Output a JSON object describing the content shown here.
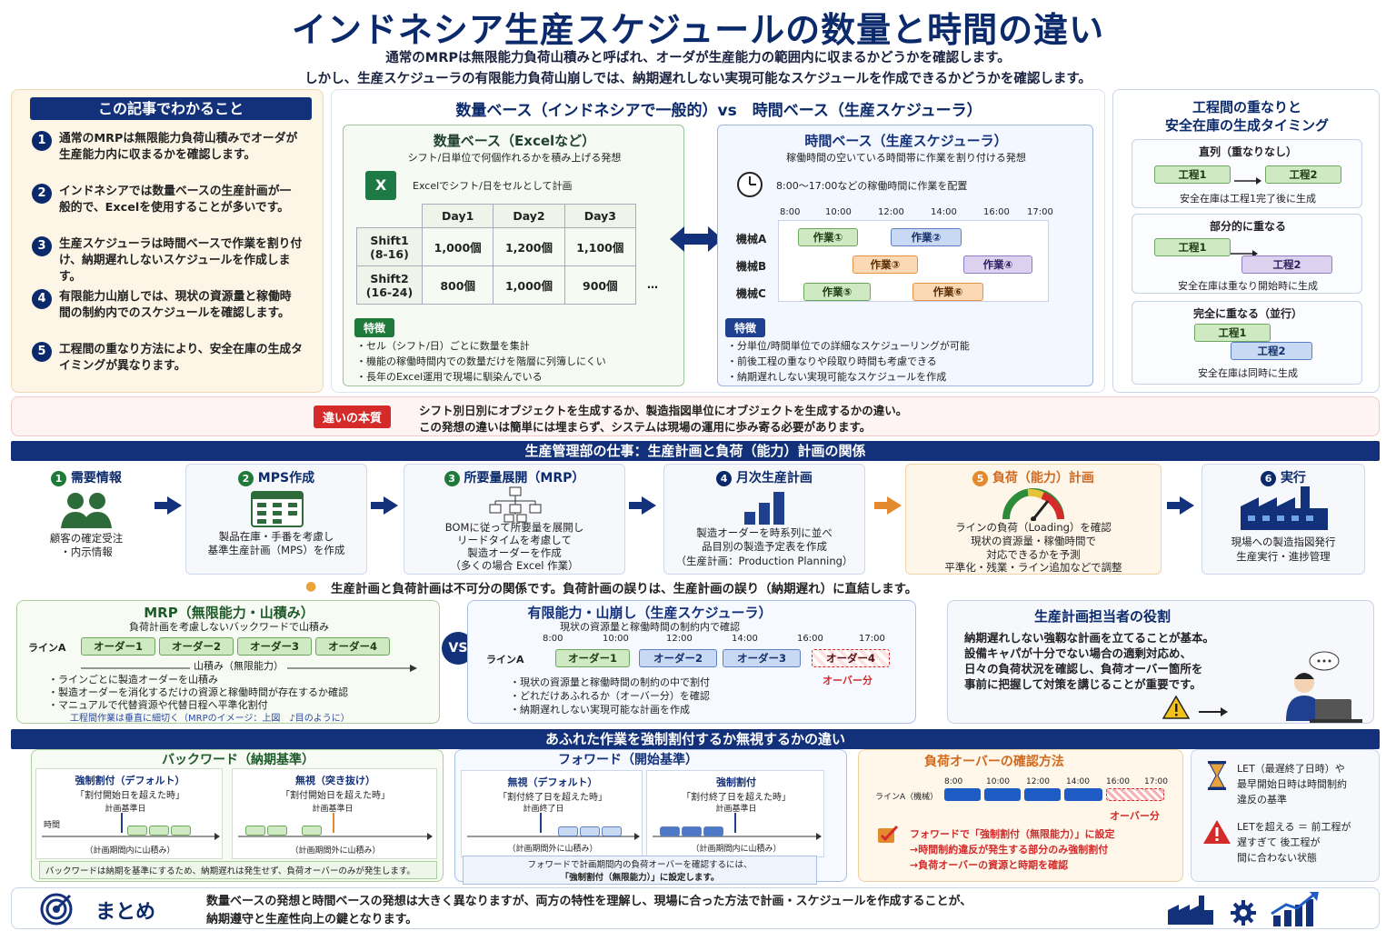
{
  "title": "インドネシア生産スケジュールの数量と時間の違い",
  "subtitle1": "通常のMRPは無限能力負荷山積みと呼ばれ、オーダが生産能力の範囲内に収まるかどうかを確認します。",
  "subtitle2": "しかし、生産スケジューラの有限能力負荷山崩しでは、納期遅れしない実現可能なスケジュールを作成できるかどうかを確認します。",
  "learn": {
    "header": "この記事でわかること",
    "items": [
      {
        "n": "1",
        "text": "通常のMRPは無限能力負荷山積みでオーダが生産能力内に収まるかを確認します。"
      },
      {
        "n": "2",
        "text": "インドネシアでは数量ベースの生産計画が一般的で、Excelを使用することが多いです。"
      },
      {
        "n": "3",
        "text": "生産スケジューラは時間ベースで作業を割り付け、納期遅れしないスケジュールを作成します。"
      },
      {
        "n": "4",
        "text": "有限能力山崩しでは、現状の資源量と稼働時間の制約内でのスケジュールを確認します。"
      },
      {
        "n": "5",
        "text": "工程間の重なり方法により、安全在庫の生成タイミングが異なります。"
      }
    ]
  },
  "compare": {
    "heading": "数量ベース（インドネシアで一般的）vs　時間ベース（生産スケジューラ）",
    "qty": {
      "title": "数量ベース（Excelなど）",
      "desc": "シフト/日単位で何個作れるかを積み上げる発想",
      "excel": "Excelでシフト/日をセルとして計画",
      "cols": [
        "Day1",
        "Day2",
        "Day3"
      ],
      "rows": [
        {
          "label": "Shift1",
          "sub": "(8-16)",
          "vals": [
            "1,000個",
            "1,200個",
            "1,100個"
          ]
        },
        {
          "label": "Shift2",
          "sub": "(16-24)",
          "vals": [
            "800個",
            "1,000個",
            "900個"
          ]
        }
      ],
      "ellipsis": "…",
      "feat": "特徴",
      "points": [
        "・セル（シフト/日）ごとに数量を集計",
        "・機能の稼働時間内での数量だけを階層に列簿しにくい",
        "・長年のExcel運用で現場に馴染んでいる"
      ]
    },
    "time": {
      "title": "時間ベース（生産スケジューラ）",
      "desc": "稼働時間の空いている時間帯に作業を割り付ける発想",
      "clock": "8:00〜17:00などの稼働時間に作業を配置",
      "ticks": [
        "8:00",
        "10:00",
        "12:00",
        "14:00",
        "16:00",
        "17:00"
      ],
      "machines": [
        "機械A",
        "機械B",
        "機械C"
      ],
      "jobs": [
        "作業①",
        "作業②",
        "作業③",
        "作業④",
        "作業⑤",
        "作業⑥"
      ],
      "feat": "特徴",
      "points": [
        "・分単位/時間単位での詳細なスケジューリングが可能",
        "・前後工程の重なりや段取り時間も考慮できる",
        "・納期遅れしない実現可能なスケジュールを作成"
      ]
    }
  },
  "overlap": {
    "title1": "工程間の重なりと",
    "title2": "安全在庫の生成タイミング",
    "cases": [
      {
        "name": "直列（重なりなし）",
        "a": "工程1",
        "b": "工程2",
        "note": "安全在庫は工程1完了後に生成"
      },
      {
        "name": "部分的に重なる",
        "a": "工程1",
        "b": "工程2",
        "note": "安全在庫は重なり開始時に生成"
      },
      {
        "name": "完全に重なる（並行）",
        "a": "工程1",
        "b": "工程2",
        "note": "安全在庫は同時に生成"
      }
    ]
  },
  "essence": {
    "label": "違いの本質",
    "line1": "シフト別日別にオブジェクトを生成するか、製造指図単位にオブジェクトを生成するかの違い。",
    "line2": "この発想の違いは簡単には埋まらず、システムは現場の運用に歩み寄る必要があります。"
  },
  "flow": {
    "header": "生産管理部の仕事：生産計画と負荷（能力）計画の関係",
    "steps": [
      {
        "n": "1",
        "title": "需要情報",
        "desc": [
          "顧客の確定受注",
          "・内示情報"
        ]
      },
      {
        "n": "2",
        "title": "MPS作成",
        "desc": [
          "製品在庫・手番を考慮し",
          "基準生産計画（MPS）を作成"
        ]
      },
      {
        "n": "3",
        "title": "所要量展開（MRP）",
        "desc": [
          "BOMに従って所要量を展開し",
          "リードタイムを考慮して",
          "製造オーダーを作成",
          "（多くの場合 Excel 作業）"
        ]
      },
      {
        "n": "4",
        "title": "月次生産計画",
        "desc": [
          "製造オーダーを時系列に並べ",
          "品目別の製造予定表を作成",
          "（生産計画：Production Planning）"
        ]
      },
      {
        "n": "5",
        "title": "負荷（能力）計画",
        "desc": [
          "ラインの負荷（Loading）を確認",
          "現状の資源量・稼働時間で",
          "対応できるかを予測",
          "平準化・残業・ライン追加などで調整"
        ]
      },
      {
        "n": "6",
        "title": "実行",
        "desc": [
          "現場への製造指図発行",
          "生産実行・進捗管理"
        ]
      }
    ],
    "note": "生産計画と負荷計画は不可分の関係です。負荷計画の誤りは、生産計画の誤り（納期遅れ）に直結します。"
  },
  "mrp": {
    "title": "MRP（無限能力・山積み）",
    "desc": "負荷計画を考慮しないバックワードで山積み",
    "line": "ラインA",
    "orders": [
      "オーダー1",
      "オーダー2",
      "オーダー3",
      "オーダー4"
    ],
    "arrowLabel": "山積み（無限能力）",
    "points": [
      "・ラインごとに製造オーダーを山積み",
      "・製造オーダーを消化するだけの資源と稼働時間が存在するか確認",
      "・マニュアルで代替資源や代替日程へ平準化割付"
    ],
    "foot": "工程間作業は垂直に細切く（MRPのイメージ：上図　♪目のように）"
  },
  "vs": "VS",
  "finite": {
    "title": "有限能力・山崩し（生産スケジューラ）",
    "desc": "現状の資源量と稼働時間の制約内で確認",
    "line": "ラインA",
    "ticks": [
      "8:00",
      "10:00",
      "12:00",
      "14:00",
      "16:00",
      "17:00"
    ],
    "orders": [
      "オーダー1",
      "オーダー2",
      "オーダー3",
      "オーダー4"
    ],
    "over": "オーバー分",
    "points": [
      "・現状の資源量と稼働時間の制約の中で割付",
      "・どれだけあふれるか（オーバー分）を確認",
      "・納期遅れしない実現可能な計画を作成"
    ]
  },
  "role": {
    "title": "生産計画担当者の役割",
    "lines": [
      "納期遅れしない強靱な計画を立てることが基本。",
      "設備キャパが十分でない場合の適剰対応め、",
      "日々の負荷状況を確認し、負荷オーバー箇所を",
      "事前に把握して対策を講じることが重要です。"
    ]
  },
  "force": {
    "header": "あふれた作業を強制割付するか無視するかの違い",
    "back": {
      "title": "バックワード（納期基準）",
      "left": {
        "name": "強制割付（デフォルト）",
        "rule": "「割付開始日を超えた時」",
        "base": "計画基準日",
        "axis": "時間",
        "note": "（計画期間内に山積み）"
      },
      "right": {
        "name": "無視（突き抜け）",
        "rule": "「割付開始日を超えた時」",
        "base": "計画基準日",
        "note": "（計画期間外に山積み）"
      },
      "foot": "バックワードは納期を基準にするため、納期遅れは発生せず、負荷オーバーのみが発生します。"
    },
    "fwd": {
      "title": "フォワード（開始基準）",
      "left": {
        "name": "無視（デフォルト）",
        "rule": "「割付終了日を超えた時」",
        "base": "計画終了日",
        "note": "（計画期間外に山積み）"
      },
      "right": {
        "name": "強制割付",
        "rule": "「割付終了日を超えた時」",
        "base": "計画基準日",
        "note": "（計画期間内に山積み）"
      },
      "foot1": "フォワードで計画期間内の負荷オーバーを確認するには、",
      "foot2": "「強制割付（無限能力）」に設定します。"
    },
    "check": {
      "title": "負荷オーバーの確認方法",
      "line": "ラインA（機械）",
      "ticks": [
        "8:00",
        "10:00",
        "12:00",
        "14:00",
        "16:00",
        "17:00"
      ],
      "over": "オーバー分",
      "steps": [
        "フォワードで「強制割付（無限能力）」に設定",
        "→時間制約違反が発生する部分のみ強制割付",
        "→負荷オーバーの資源と時期を確認"
      ]
    },
    "let": {
      "p1": [
        "LET（最遅終了日時）や",
        "最早開始日時は時間制約",
        "違反の基準"
      ],
      "p2": [
        "LETを超える ＝ 前工程が",
        "遅すぎて 後工程が",
        "間に合わない状態"
      ]
    }
  },
  "summary": {
    "title": "まとめ",
    "line1": "数量ベースの発想と時間ベースの発想は大きく異なりますが、両方の特性を理解し、現場に合った方法で計画・スケジュールを作成することが、",
    "line2": "納期遵守と生産性向上の鍵となります。"
  },
  "colors": {
    "navy": "#0b2a6b",
    "green": "#1f7a3a",
    "orange": "#e28a2d",
    "red": "#d42a2a"
  }
}
